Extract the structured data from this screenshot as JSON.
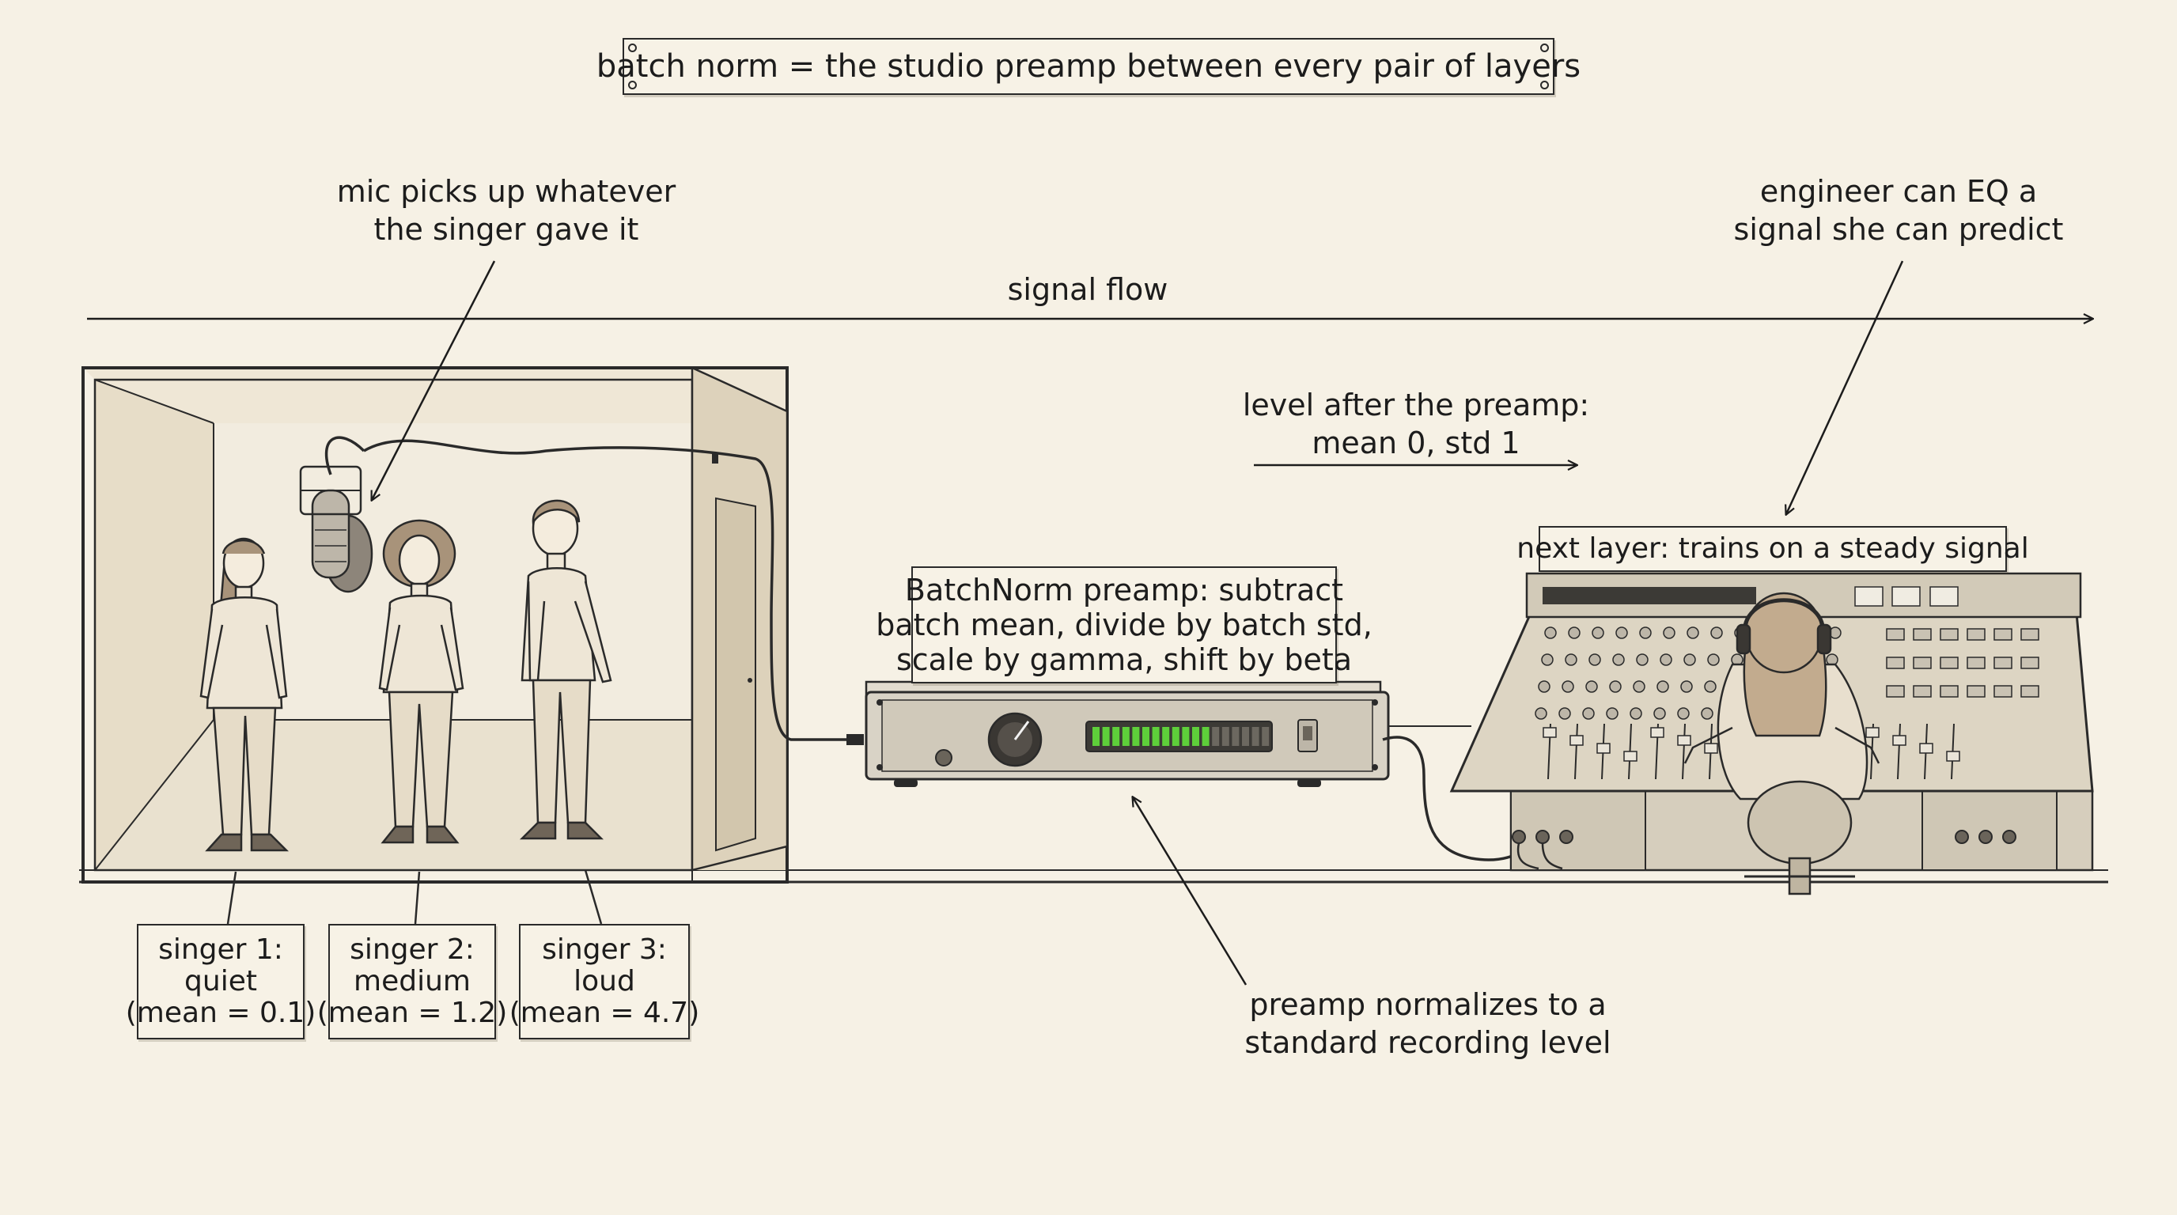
{
  "title": "batch norm = the studio preamp between every pair of layers",
  "annotations": {
    "mic_lines": [
      "mic picks up whatever",
      "the singer gave it"
    ],
    "engineer_lines": [
      "engineer can EQ a",
      "signal she can predict"
    ],
    "signal_flow": "signal flow",
    "level_lines": [
      "level after the preamp:",
      "mean 0, std 1"
    ],
    "normalize_lines": [
      "preamp normalizes to a",
      "standard recording level"
    ]
  },
  "preamp_label_lines": [
    "BatchNorm preamp: subtract",
    "batch mean, divide by batch std,",
    "scale by gamma, shift by beta"
  ],
  "next_layer_label": "next layer: trains on a steady signal",
  "singers": [
    {
      "lines": [
        "singer 1:",
        "quiet",
        "(mean = 0.1)"
      ]
    },
    {
      "lines": [
        "singer 2:",
        "medium",
        "(mean = 1.2)"
      ]
    },
    {
      "lines": [
        "singer 3:",
        "loud",
        "(mean = 4.7)"
      ]
    }
  ],
  "level_meter": {
    "lit_segments": 12,
    "total_segments": 18,
    "lit_color": "#5ecf3a"
  },
  "colors": {
    "background": "#f6f1e5",
    "ink": "#1c1c1c",
    "sepia": "#d8cfbc"
  }
}
